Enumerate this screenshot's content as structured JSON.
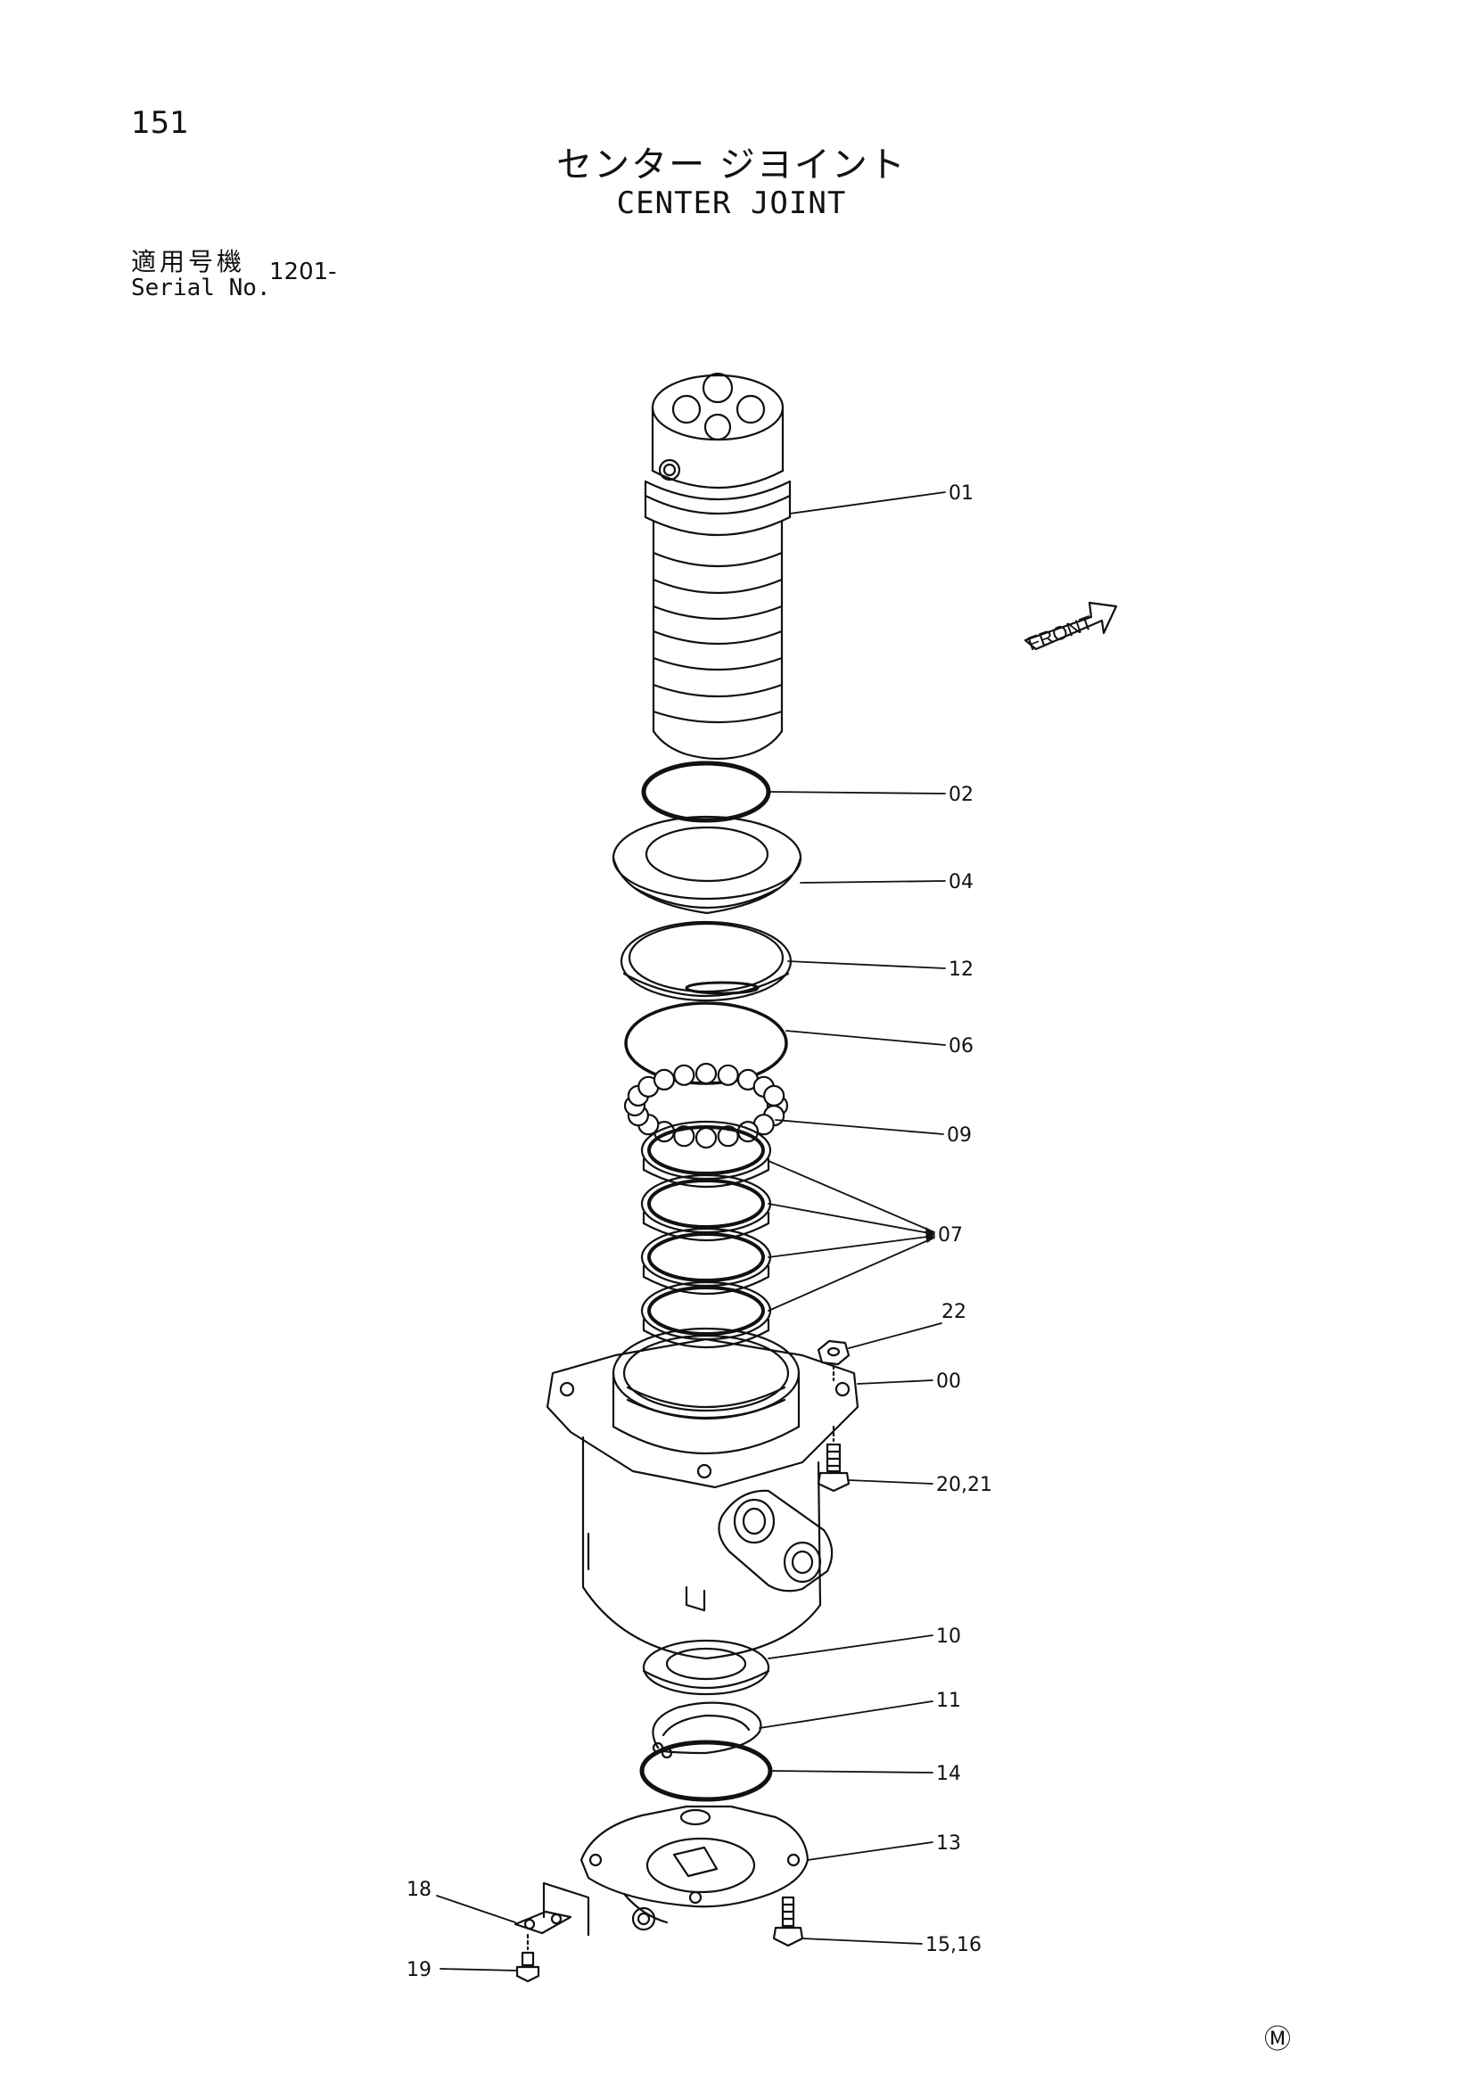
{
  "header": {
    "page_number": "151",
    "title_jp": "センター ジヨイント",
    "title_en": "CENTER JOINT",
    "serial_label_jp": "適用号機",
    "serial_label_en": "Serial No.",
    "serial_value": "1201-"
  },
  "diagram": {
    "front_label": "FRONT",
    "callouts": {
      "p01": "01",
      "p02": "02",
      "p04": "04",
      "p12": "12",
      "p06": "06",
      "p09": "09",
      "p07": "07",
      "p22": "22",
      "p00": "00",
      "p2021": "20,21",
      "p10": "10",
      "p11": "11",
      "p14": "14",
      "p13": "13",
      "p1516": "15,16",
      "p18": "18",
      "p19": "19"
    }
  },
  "footer": {
    "mark": "Ⓜ"
  }
}
